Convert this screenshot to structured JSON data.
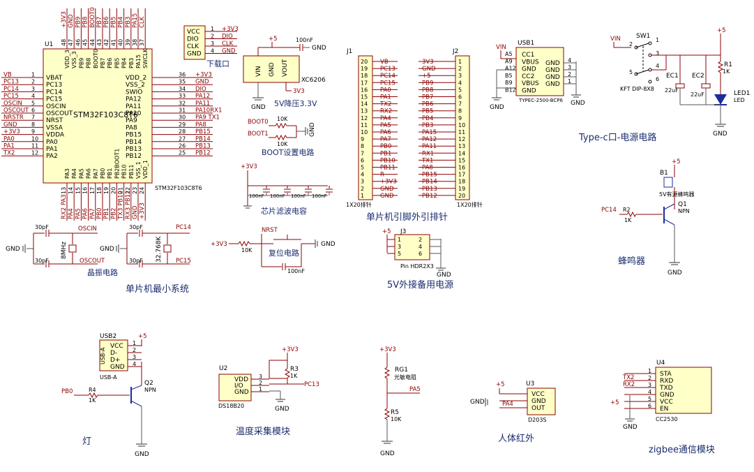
{
  "sections": {
    "min_system": "单片机最小系统",
    "osc": "晶振电路",
    "download": "下载口",
    "vreg": "5V降压3.3V",
    "boot": "BOOT设置电路",
    "filter": "芯片滤波电容",
    "reset": "复位电路",
    "header": "单片机引脚外引排针",
    "usbc": "Type-c口-电源电路",
    "aux5v": "5V外接备用电源",
    "buzzer": "蜂鸣器",
    "lamp": "灯",
    "temp": "温度采集模块",
    "pir": "人体红外",
    "zigbee": "zigbee通信模块"
  },
  "mcu": {
    "ref": "U1",
    "name": "STM32F103C8T6",
    "name2": "STM32F103C8T6",
    "left": [
      {
        "net": "VB",
        "num": "1",
        "pin": "VBAT"
      },
      {
        "net": "PC13",
        "num": "2",
        "pin": "PC13"
      },
      {
        "net": "PC14",
        "num": "3",
        "pin": "PC14"
      },
      {
        "net": "PC15",
        "num": "4",
        "pin": "PC15"
      },
      {
        "net": "OSCIN",
        "num": "5",
        "pin": "OSCIN"
      },
      {
        "net": "OSCOUT",
        "num": "6",
        "pin": "OSCOUT"
      },
      {
        "net": "NRSTR",
        "num": "7",
        "pin": "NRST"
      },
      {
        "net": "GND",
        "num": "8",
        "pin": "VSSA"
      },
      {
        "net": "+3V3",
        "num": "9",
        "pin": "VDDA"
      },
      {
        "net": "PA0",
        "num": "10",
        "pin": "PA0"
      },
      {
        "net": "PA1",
        "num": "11",
        "pin": "PA1"
      },
      {
        "net": "TX2",
        "num": "12",
        "pin": "PA2"
      }
    ],
    "right": [
      {
        "net": "+3V3",
        "num": "36",
        "pin": "VDD_2"
      },
      {
        "net": "GND",
        "num": "35",
        "pin": "VSS_2"
      },
      {
        "net": "DIO",
        "num": "34",
        "pin": "SWIO"
      },
      {
        "net": "PA12",
        "num": "33",
        "pin": "PA12"
      },
      {
        "net": "PA11",
        "num": "32",
        "pin": "PA11"
      },
      {
        "net": "PA10RX1",
        "num": "31",
        "pin": "PA10"
      },
      {
        "net": "PA9 TX1",
        "num": "30",
        "pin": "PA9"
      },
      {
        "net": "PA8",
        "num": "29",
        "pin": "PA8"
      },
      {
        "net": "PB15",
        "num": "28",
        "pin": "PB15"
      },
      {
        "net": "PB14",
        "num": "27",
        "pin": "PB14"
      },
      {
        "net": "PB13",
        "num": "26",
        "pin": "PB13"
      },
      {
        "net": "PB12",
        "num": "25",
        "pin": "PB12"
      }
    ],
    "top": [
      {
        "net": "+3V3",
        "num": "48",
        "pin": "VDD_3"
      },
      {
        "net": "GND",
        "num": "47",
        "pin": "VSS_3"
      },
      {
        "net": "PB9",
        "num": "46",
        "pin": "PB9"
      },
      {
        "net": "PB8",
        "num": "45",
        "pin": "PB8"
      },
      {
        "net": "BOOT0",
        "num": "44",
        "pin": "BOOT0"
      },
      {
        "net": "PB7",
        "num": "43",
        "pin": "PB7"
      },
      {
        "net": "PB6",
        "num": "42",
        "pin": "PB6"
      },
      {
        "net": "PB5",
        "num": "41",
        "pin": "PB5"
      },
      {
        "net": "PB4",
        "num": "40",
        "pin": "PB4"
      },
      {
        "net": "PB3",
        "num": "39",
        "pin": "PB3"
      },
      {
        "net": "PA15",
        "num": "38",
        "pin": "PA15"
      },
      {
        "net": "CLK",
        "num": "37",
        "pin": "SWCLK"
      }
    ],
    "bottom": [
      {
        "net": "RX2 PA3",
        "num": "13",
        "pin": "PA3"
      },
      {
        "net": "PA4",
        "num": "14",
        "pin": "PA4"
      },
      {
        "net": "PA5",
        "num": "15",
        "pin": "PA5"
      },
      {
        "net": "PA6",
        "num": "16",
        "pin": "PA6"
      },
      {
        "net": "PA7",
        "num": "17",
        "pin": "PA7"
      },
      {
        "net": "PB0",
        "num": "18",
        "pin": "PB0"
      },
      {
        "net": "PB1",
        "num": "19",
        "pin": "PB1"
      },
      {
        "net": "PB2",
        "num": "20",
        "pin": "PB2BOOT1"
      },
      {
        "net": "TX3 PB10",
        "num": "21",
        "pin": "PB10"
      },
      {
        "net": "RX3 PB11",
        "num": "22",
        "pin": "PB11"
      },
      {
        "net": "GND",
        "num": "23",
        "pin": "VSS_1"
      },
      {
        "net": "+3V3",
        "num": "24",
        "pin": "VDD_1"
      }
    ]
  },
  "osc": {
    "c_top1": "30pF",
    "c_bot1": "30pF",
    "xtal1": "8MHz",
    "n_in": "OSCIN",
    "n_out": "OSCOUT",
    "c_top2": "30pF",
    "c_bot2": "30pF",
    "xtal2": "32.768K",
    "n_c14": "PC14",
    "n_c15": "PC15",
    "gnd": "GND"
  },
  "download": {
    "pins": [
      "VCC",
      "DIO",
      "CLK",
      "GND"
    ],
    "nums": [
      "1",
      "2",
      "3",
      "4"
    ],
    "nets": [
      "+3V3",
      "DIO",
      "CLK",
      "GND"
    ]
  },
  "vreg": {
    "vin": "VIN",
    "gnd": "GND",
    "vout": "VOUT",
    "part": "XC6206",
    "p5": "+5",
    "cap": "100nF",
    "gnd2": "GND",
    "out": "3V3",
    "gnd3": "GND"
  },
  "boot": {
    "n0": "BOOT0",
    "n1": "BOOT1",
    "r0": "10K",
    "r1": "10K",
    "gnd": "GND"
  },
  "filter": {
    "rail": "+3V3",
    "caps": [
      "100nF",
      "100nF",
      "100nF",
      "100nF"
    ]
  },
  "reset": {
    "name": "NRST",
    "rail": "+3V3",
    "res": "10K",
    "cap": "100nF",
    "gnd": "GND"
  },
  "j1": {
    "ref": "J1",
    "name": "1X20排针",
    "nums": [
      "20",
      "19",
      "18",
      "17",
      "16",
      "15",
      "14",
      "13",
      "12",
      "11",
      "10",
      "9",
      "8",
      "7",
      "6",
      "5",
      "4",
      "3",
      "2",
      "1"
    ],
    "nets": [
      "VB",
      "PC13",
      "PC14",
      "PC15",
      "PA0",
      "PA1",
      "TX2",
      "RX2",
      "PA4",
      "PA5",
      "PA6",
      "PA7",
      "PB0",
      "PB1",
      "PB10",
      "PB11",
      "R",
      "+3V3",
      "GND",
      "GND"
    ]
  },
  "j2": {
    "ref": "J2",
    "name": "1X20排针",
    "nums": [
      "1",
      "2",
      "3",
      "4",
      "5",
      "6",
      "7",
      "8",
      "9",
      "10",
      "11",
      "12",
      "13",
      "14",
      "15",
      "16",
      "17",
      "18",
      "19",
      "20"
    ],
    "nets": [
      "3V3",
      "GND",
      "+5",
      "PB9",
      "PB8",
      "PB7",
      "PB6",
      "PB5",
      "PB4",
      "PB3",
      "PA15",
      "PA12",
      "PA11",
      "RX1",
      "TX1",
      "PA8",
      "PB15",
      "PB14",
      "PB13",
      "PB12"
    ]
  },
  "usb1": {
    "ref": "USB1",
    "vin": "VIN",
    "part": "TYPEC-2500-BCP6",
    "gnd": "GND",
    "gnd2": "GND",
    "lnums": [
      "A5",
      "A9",
      "A12",
      "B5",
      "B9",
      "B12"
    ],
    "lpins": [
      "CC1",
      "VBUS",
      "GND",
      "CC2",
      "VBUS",
      "GND"
    ],
    "rpins": [
      "GND",
      "GND",
      "GND",
      "GND"
    ],
    "rnums": [
      "4",
      "3",
      "2",
      "1"
    ]
  },
  "power": {
    "vin": "VIN",
    "sw": "SW1",
    "swpart": "KFT DIP-8X8",
    "p5": "+5",
    "ec1": "EC1",
    "ec1v": "22uF",
    "ec2": "EC2",
    "ec2v": "22uF",
    "r1": "R1",
    "r1v": "1K",
    "led": "LED1",
    "ledv": "LED",
    "gnd": "GND",
    "n2": "2",
    "n1": "1",
    "n3": "3",
    "n4": "4",
    "n5": "5",
    "n6": "6"
  },
  "j3": {
    "ref": "J3",
    "p5": "+5",
    "nums": [
      "1",
      "2",
      "3",
      "4",
      "5",
      "6"
    ],
    "name": "Pin HDR2X3",
    "gnd": "GND"
  },
  "buzzer": {
    "ref": "B1",
    "rail": "+5",
    "name": "5V有源蜂鸣器",
    "net": "PC14",
    "r": "R2",
    "rv": "1K",
    "q": "Q1",
    "qt": "NPN",
    "gnd": "GND"
  },
  "usb2": {
    "ref": "USB2",
    "pins": [
      "VCC",
      "D-",
      "D+",
      "GND"
    ],
    "nums": [
      "1",
      "2",
      "3",
      "4"
    ],
    "rail": "+5",
    "name": "USB-A",
    "sub": "USB-A"
  },
  "lamp": {
    "net": "PB0",
    "r": "R4",
    "rv": "1K",
    "q": "Q2",
    "qt": "NPN",
    "gnd": "GND"
  },
  "temp": {
    "ref": "U2",
    "pins": [
      "VDD",
      "I/O",
      "GND"
    ],
    "nums": [
      "3",
      "2",
      "1"
    ],
    "name": "DS18B20",
    "rail": "+3V3",
    "r": "R3",
    "rv": "1K",
    "net": "PC13",
    "gnd": "GND"
  },
  "ldr": {
    "rail": "+3V3",
    "rg": "RG1",
    "rgn": "光敏电阻",
    "net": "PA5",
    "r": "R5",
    "rv": "10K",
    "gnd": "GND"
  },
  "pirm": {
    "ref": "U3",
    "rail": "+5",
    "pins": [
      "VCC",
      "GND",
      "OUT"
    ],
    "name": "D203S",
    "gnd": "GND",
    "net": "PA4"
  },
  "zig": {
    "ref": "U4",
    "pins": [
      "STA",
      "RXD",
      "TXD",
      "GND",
      "VCC",
      "EN"
    ],
    "nums": [
      "1",
      "2",
      "3",
      "4",
      "5",
      "6"
    ],
    "n_tx": "TX2",
    "n_rx": "RX2",
    "rail": "+5",
    "name": "CC2530",
    "gnd": "GND"
  }
}
